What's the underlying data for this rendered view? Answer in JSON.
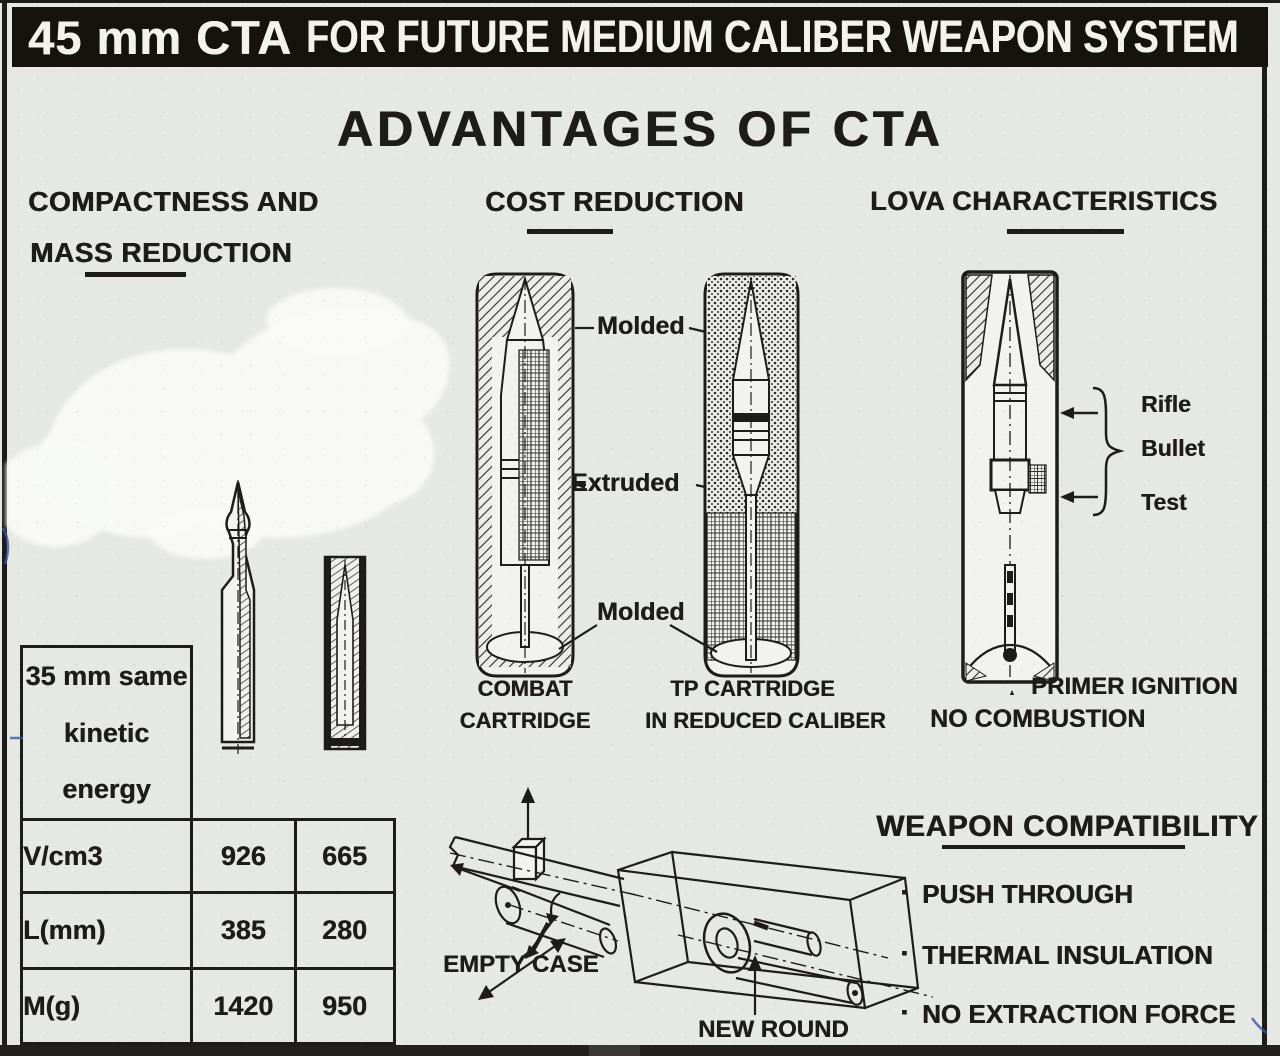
{
  "colors": {
    "paper": "#e6e8e4",
    "ink": "#1d1c1a",
    "bar": "#16130f",
    "whiteout": "#f9faf7",
    "pen_blue": "#3a56a8"
  },
  "title_bar": {
    "caliber": "45 mm CTA",
    "rest": "FOR FUTURE MEDIUM CALIBER WEAPON SYSTEM"
  },
  "heading": "ADVANTAGES OF CTA",
  "compactness": {
    "title_line1": "COMPACTNESS AND",
    "title_line2": "MASS REDUCTION",
    "table": {
      "header_line1": "35 mm same",
      "header_line2": "kinetic energy",
      "rows": [
        {
          "label": "V/cm3",
          "conventional": "926",
          "cta": "665"
        },
        {
          "label": "L(mm)",
          "conventional": "385",
          "cta": "280"
        },
        {
          "label": "M(g)",
          "conventional": "1420",
          "cta": "950"
        }
      ]
    }
  },
  "cost": {
    "title": "COST REDUCTION",
    "label_molded_top": "Molded",
    "label_extruded": "Extruded",
    "label_molded_bottom": "Molded",
    "caption_combat_1": "COMBAT",
    "caption_combat_2": "CARTRIDGE",
    "caption_tp_1": "TP CARTRIDGE",
    "caption_tp_2": "IN REDUCED CALIBER"
  },
  "lova": {
    "title": "LOVA CHARACTERISTICS",
    "label_rifle": "Rifle",
    "label_bullet": "Bullet",
    "label_test": "Test",
    "label_primer": "PRIMER IGNITION",
    "label_no_combustion": "NO COMBUSTION"
  },
  "compatibility": {
    "title": "WEAPON COMPATIBILITY",
    "bullet_char": "·",
    "items": [
      "PUSH THROUGH",
      "THERMAL INSULATION",
      "NO EXTRACTION FORCE"
    ]
  },
  "breech": {
    "label_empty_case": "EMPTY CASE",
    "label_new_round": "NEW ROUND"
  }
}
